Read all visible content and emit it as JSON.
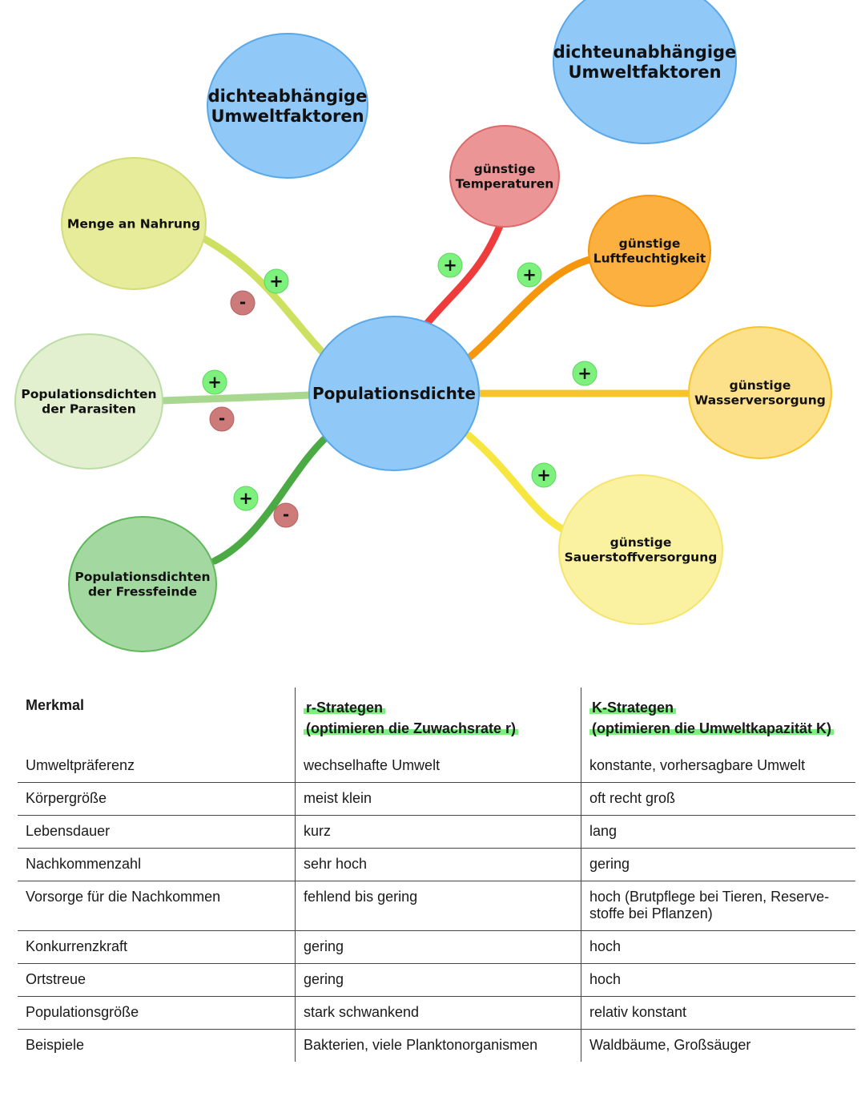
{
  "mindmap": {
    "center": "Populationsdichte",
    "dependent_title": [
      "dichteabhängige",
      "Umweltfaktoren"
    ],
    "independent_title": [
      "dichteunabhängige",
      "Umweltfaktoren"
    ],
    "factors": [
      {
        "id": "nahrung",
        "label": [
          "Menge an Nahrung"
        ],
        "signs": [
          "+",
          "-"
        ],
        "color": "#cde060"
      },
      {
        "id": "parasiten",
        "label": [
          "Populationsdichten",
          "der Parasiten"
        ],
        "signs": [
          "+",
          "-"
        ],
        "color": "#a8d890"
      },
      {
        "id": "fressfeinde",
        "label": [
          "Populationsdichten",
          "der Fressfeinde"
        ],
        "signs": [
          "+",
          "-"
        ],
        "color": "#4caa44"
      },
      {
        "id": "temperatur",
        "label": [
          "günstige",
          "Temperaturen"
        ],
        "signs": [
          "+"
        ],
        "color": "#ee3c3c"
      },
      {
        "id": "luftfeuchtigkeit",
        "label": [
          "günstige",
          "Luftfeuchtigkeit"
        ],
        "signs": [
          "+"
        ],
        "color": "#f5960c"
      },
      {
        "id": "wasser",
        "label": [
          "günstige",
          "Wasserversorgung"
        ],
        "signs": [
          "+"
        ],
        "color": "#f7c52a"
      },
      {
        "id": "sauerstoff",
        "label": [
          "günstige",
          "Sauerstoffversorgung"
        ],
        "signs": [
          "+"
        ],
        "color": "#f7e640"
      }
    ],
    "colors": {
      "blue": "#90c8f8",
      "plus": "#7ef07e",
      "minus": "#cc7a7a"
    }
  },
  "table": {
    "headers": {
      "merkmal": "Merkmal",
      "r_title": "r-Strategen",
      "r_sub": "(optimieren die Zuwachsrate r)",
      "k_title": "K-Strategen",
      "k_sub": "(optimieren die Umweltkapazität K)"
    },
    "rows": [
      {
        "merkmal": "Umweltpräferenz",
        "r": "wechselhafte Umwelt",
        "k": "konstante, vorhersagbare Umwelt"
      },
      {
        "merkmal": "Körpergröße",
        "r": "meist klein",
        "k": "oft recht groß"
      },
      {
        "merkmal": "Lebensdauer",
        "r": "kurz",
        "k": "lang"
      },
      {
        "merkmal": "Nachkommenzahl",
        "r": "sehr hoch",
        "k": "gering"
      },
      {
        "merkmal": "Vorsorge für die Nachkommen",
        "r": "fehlend bis gering",
        "k": "hoch (Brutpflege bei Tieren, Reserve-stoffe bei Pflanzen)"
      },
      {
        "merkmal": "Konkurrenzkraft",
        "r": "gering",
        "k": "hoch"
      },
      {
        "merkmal": "Ortstreue",
        "r": "gering",
        "k": "hoch"
      },
      {
        "merkmal": "Populationsgröße",
        "r": "stark schwankend",
        "k": "relativ konstant"
      },
      {
        "merkmal": "Beispiele",
        "r": "Bakterien, viele Planktonorganismen",
        "k": "Waldbäume, Großsäuger"
      }
    ]
  }
}
